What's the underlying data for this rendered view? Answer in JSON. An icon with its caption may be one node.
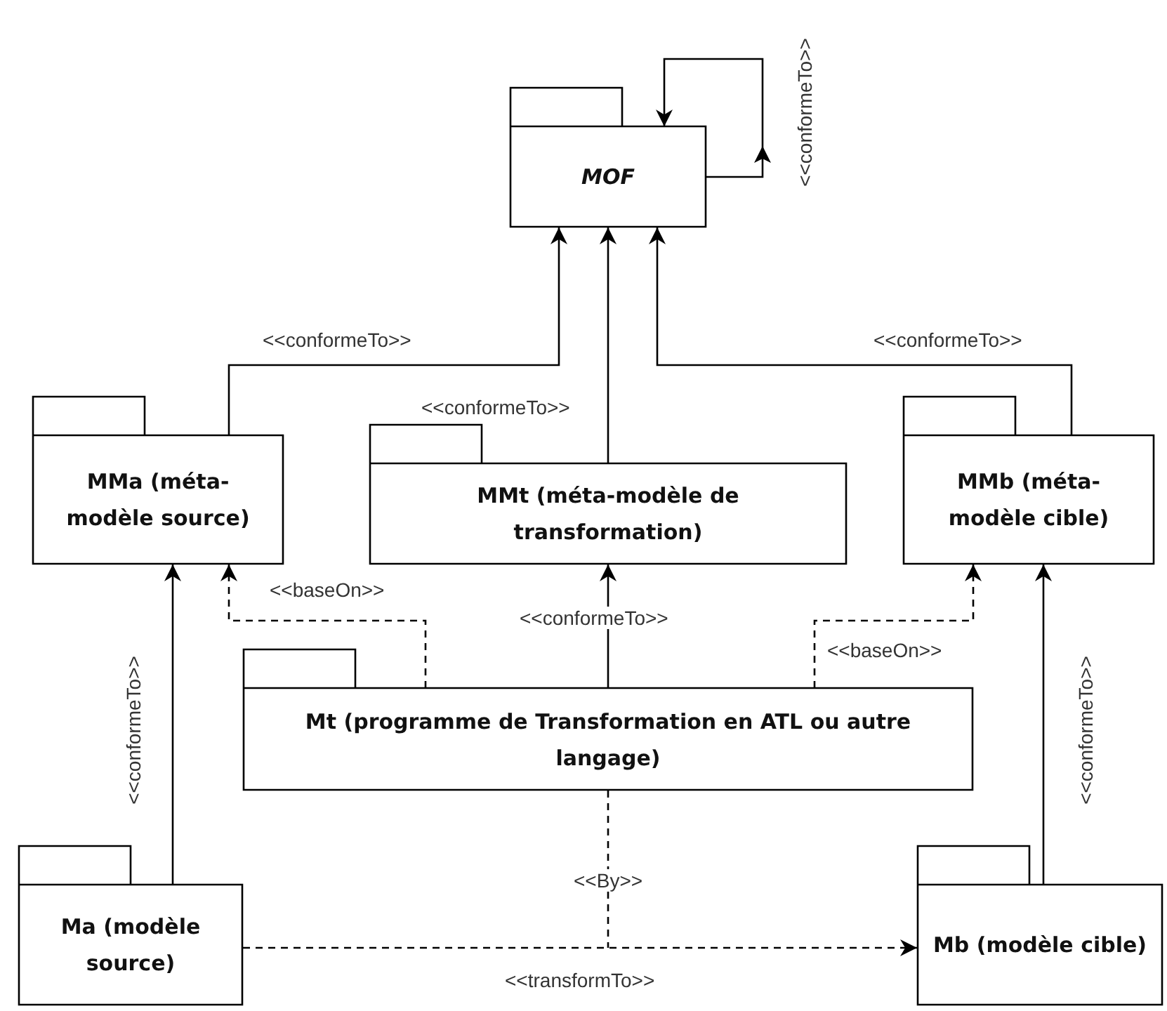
{
  "diagram": {
    "nodes": [
      {
        "text": [
          "MOF"
        ]
      },
      {
        "text": [
          "MMa (méta-modèle source)"
        ]
      },
      {
        "text": [
          "MMt (méta-modèle de transformation)"
        ]
      },
      {
        "text": [
          "MMb (méta-modèle cible)"
        ]
      },
      {
        "text": [
          "Mt (programme de Transformation en ATL ou autre langage)"
        ]
      },
      {
        "text": [
          "Ma (modèle source)"
        ]
      },
      {
        "text": [
          "Mb (modèle cible)"
        ]
      }
    ],
    "edges": [
      {
        "from": 0,
        "to": 0,
        "arrow": "to",
        "label": "<<conformeTo>>"
      },
      {
        "from": 1,
        "to": 0,
        "arrow": "to",
        "label": "<<conformeTo>>"
      },
      {
        "from": 2,
        "to": 0,
        "arrow": "to",
        "label": "<<conformeTo>>"
      },
      {
        "from": 3,
        "to": 0,
        "arrow": "to",
        "label": "<<conformeTo>>"
      },
      {
        "from": 4,
        "to": 2,
        "arrow": "to",
        "label": "<<conformeTo>>"
      },
      {
        "from": 4,
        "to": 1,
        "arrow": "to",
        "label": "<<baseOn>>",
        "style": "dashed"
      },
      {
        "from": 4,
        "to": 3,
        "arrow": "to",
        "label": "<<baseOn>>",
        "style": "dashed"
      },
      {
        "from": 5,
        "to": 1,
        "arrow": "to",
        "label": "<<conformeTo>>"
      },
      {
        "from": 6,
        "to": 3,
        "arrow": "to",
        "label": "<<conformeTo>>"
      },
      {
        "from": 5,
        "to": 6,
        "arrow": "to",
        "label": "<<transformTo>>",
        "style": "dashed"
      },
      {
        "from": 4,
        "to": null,
        "arrow": "none",
        "label": "<<By>>",
        "style": "dashed"
      }
    ]
  }
}
